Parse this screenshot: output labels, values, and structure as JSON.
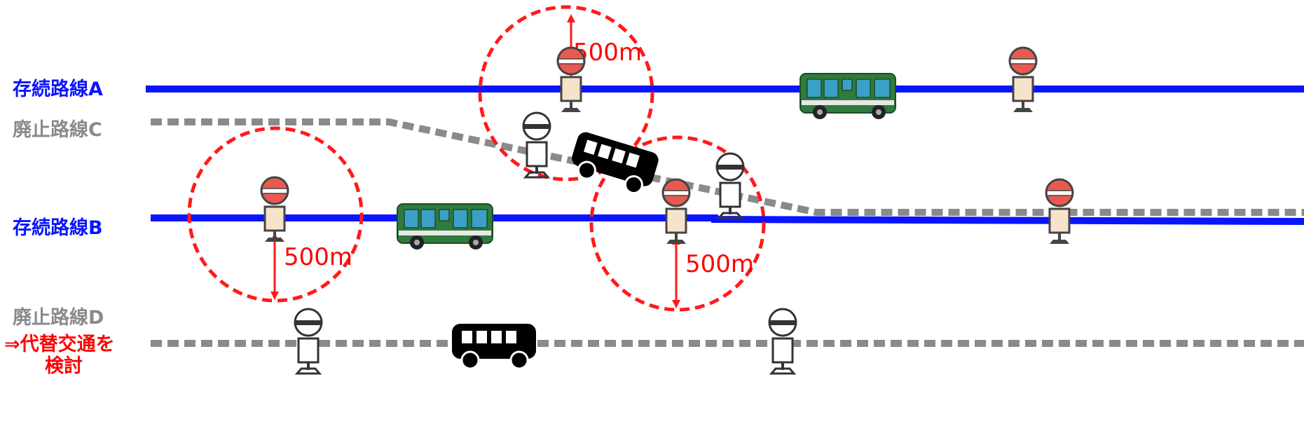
{
  "routes": [
    {
      "id": "A",
      "label": "存続路線A",
      "status": "continuing",
      "color": "#0a14ff"
    },
    {
      "id": "C",
      "label": "廃止路線C",
      "status": "discontinued",
      "color": "#8a8a8a"
    },
    {
      "id": "B",
      "label": "存続路線B",
      "status": "continuing",
      "color": "#0a14ff"
    },
    {
      "id": "D",
      "label": "廃止路線D",
      "status": "discontinued",
      "color": "#8a8a8a"
    }
  ],
  "note": {
    "line1": "⇒代替交通を",
    "line2": "検討",
    "color": "#ff0000"
  },
  "radius_labels": [
    "500m",
    "500m",
    "500m"
  ],
  "colors": {
    "coverage_circle": "#ff1a1a",
    "continuing_route": "#0a14ff",
    "discontinued_route": "#8a8a8a",
    "green_bus": "#2f7a3d",
    "bus_stop_sign_active": "#e85a4f",
    "bus_stop_post_active": "#f5e3cc"
  },
  "icons": {
    "active_stop": "bus-stop-icon",
    "discontinued_stop": "bus-stop-outline-icon",
    "continuing_bus": "green-bus-icon",
    "discontinued_bus": "black-bus-silhouette-icon"
  }
}
